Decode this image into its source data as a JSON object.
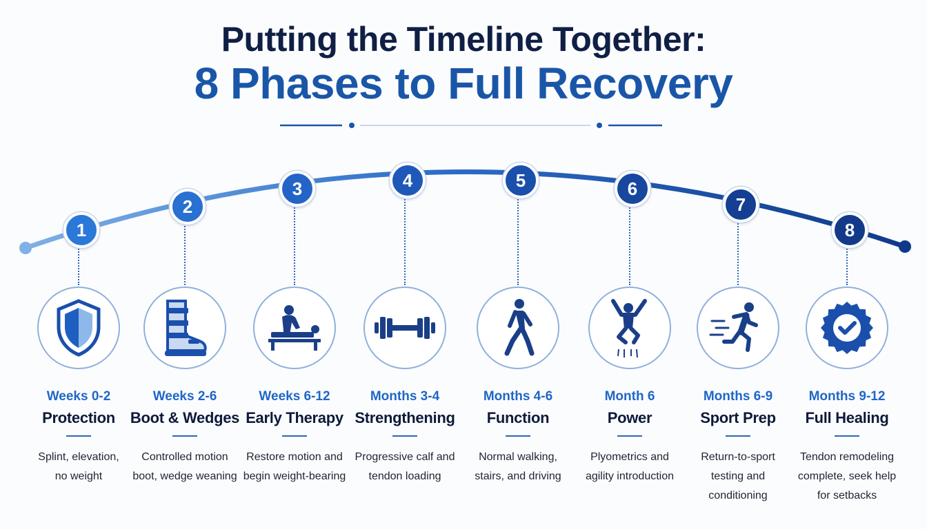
{
  "title": {
    "line1": "Putting the Timeline Together:",
    "line2": "8 Phases to Full Recovery"
  },
  "colors": {
    "dark_navy": "#0f1f45",
    "brand_blue": "#1a56a8",
    "accent_blue": "#1f66c7",
    "light_blue": "#8fb0dc"
  },
  "phases": [
    {
      "number": "1",
      "period": "Weeks 0-2",
      "name": "Protection",
      "desc_lines": [
        "Splint, elevation,",
        "no weight"
      ],
      "icon": "shield-icon",
      "color": "#2a78d8"
    },
    {
      "number": "2",
      "period": "Weeks 2-6",
      "name": "Boot & Wedges",
      "desc_lines": [
        "Controlled motion",
        "boot, wedge weaning"
      ],
      "icon": "walking-boot-icon",
      "color": "#2870d2"
    },
    {
      "number": "3",
      "period": "Weeks 6-12",
      "name": "Early Therapy",
      "desc_lines": [
        "Restore motion and",
        "begin weight-bearing"
      ],
      "icon": "therapist-patient-icon",
      "color": "#2464c6"
    },
    {
      "number": "4",
      "period": "Months 3-4",
      "name": "Strengthening",
      "desc_lines": [
        "Progressive calf and",
        "tendon loading"
      ],
      "icon": "dumbbell-icon",
      "color": "#1e59b9"
    },
    {
      "number": "5",
      "period": "Months 4-6",
      "name": "Function",
      "desc_lines": [
        "Normal walking,",
        "stairs, and driving"
      ],
      "icon": "walking-person-icon",
      "color": "#1a4fab"
    },
    {
      "number": "6",
      "period": "Month 6",
      "name": "Power",
      "desc_lines": [
        "Plyometrics and",
        "agility introduction"
      ],
      "icon": "jumping-person-icon",
      "color": "#17479f"
    },
    {
      "number": "7",
      "period": "Months 6-9",
      "name": "Sport Prep",
      "desc_lines": [
        "Return-to-sport",
        "testing and",
        "conditioning"
      ],
      "icon": "running-person-icon",
      "color": "#143f93"
    },
    {
      "number": "8",
      "period": "Months 9-12",
      "name": "Full Healing",
      "desc_lines": [
        "Tendon remodeling",
        "complete, seek help",
        "for setbacks"
      ],
      "icon": "checkmark-badge-icon",
      "color": "#123a88"
    }
  ]
}
